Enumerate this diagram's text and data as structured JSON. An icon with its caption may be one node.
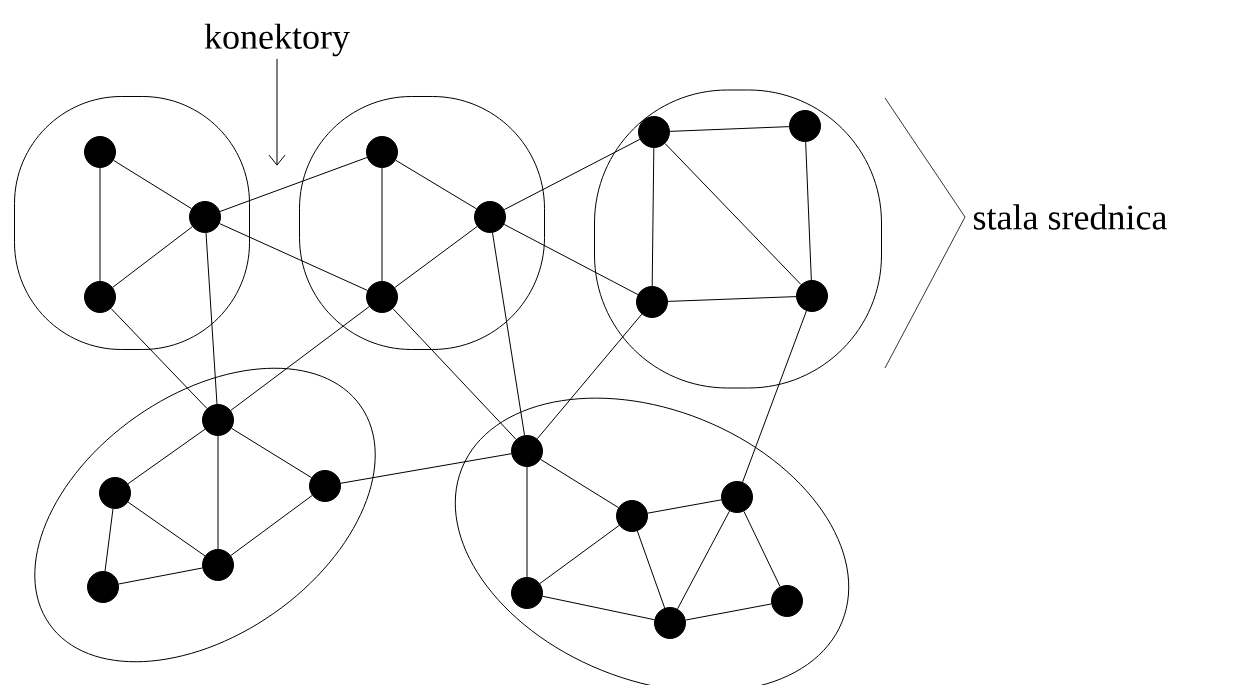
{
  "diagram": {
    "nodes": [
      {
        "text": [
          "konektory"
        ]
      },
      {
        "text": [],
        "shape": "blob"
      },
      {
        "text": [],
        "shape": "circle",
        "in": 1
      },
      {
        "text": [],
        "shape": "circle",
        "in": 1
      },
      {
        "text": [],
        "shape": "circle",
        "in": 1
      },
      {
        "text": [],
        "shape": "blob"
      },
      {
        "text": [],
        "shape": "circle",
        "in": 5
      },
      {
        "text": [],
        "shape": "circle",
        "in": 5
      },
      {
        "text": [],
        "shape": "circle",
        "in": 5
      },
      {
        "text": [],
        "shape": "blob"
      },
      {
        "text": [],
        "shape": "circle",
        "in": 9
      },
      {
        "text": [],
        "shape": "circle",
        "in": 9
      },
      {
        "text": [],
        "shape": "circle",
        "in": 9
      },
      {
        "text": [],
        "shape": "circle",
        "in": 9
      },
      {
        "text": [],
        "shape": "blob"
      },
      {
        "text": [],
        "shape": "circle",
        "in": 14
      },
      {
        "text": [],
        "shape": "circle",
        "in": 14
      },
      {
        "text": [],
        "shape": "circle",
        "in": 14
      },
      {
        "text": [],
        "shape": "circle",
        "in": 14
      },
      {
        "text": [],
        "shape": "circle",
        "in": 14
      },
      {
        "text": [],
        "shape": "blob"
      },
      {
        "text": [],
        "shape": "circle",
        "in": 20
      },
      {
        "text": [],
        "shape": "circle",
        "in": 20
      },
      {
        "text": [],
        "shape": "circle",
        "in": 20
      },
      {
        "text": [],
        "shape": "circle",
        "in": 20
      },
      {
        "text": [],
        "shape": "circle",
        "in": 20
      },
      {
        "text": [],
        "shape": "circle",
        "in": 20
      }
    ],
    "edges": [
      {
        "from": 0,
        "to": null,
        "arrow": "to"
      },
      {
        "from": 2,
        "to": 4,
        "arrow": "none"
      },
      {
        "from": 2,
        "to": 3,
        "arrow": "none"
      },
      {
        "from": 3,
        "to": 4,
        "arrow": "none"
      },
      {
        "from": 3,
        "to": 6,
        "arrow": "none"
      },
      {
        "from": 3,
        "to": 8,
        "arrow": "none"
      },
      {
        "from": 3,
        "to": 15,
        "arrow": "none"
      },
      {
        "from": 4,
        "to": 15,
        "arrow": "none"
      },
      {
        "from": 6,
        "to": 7,
        "arrow": "none"
      },
      {
        "from": 6,
        "to": 8,
        "arrow": "none"
      },
      {
        "from": 7,
        "to": 8,
        "arrow": "none"
      },
      {
        "from": 7,
        "to": 10,
        "arrow": "none"
      },
      {
        "from": 7,
        "to": 12,
        "arrow": "none"
      },
      {
        "from": 7,
        "to": 21,
        "arrow": "none"
      },
      {
        "from": 8,
        "to": 15,
        "arrow": "none"
      },
      {
        "from": 8,
        "to": 21,
        "arrow": "none"
      },
      {
        "from": 10,
        "to": 11,
        "arrow": "none"
      },
      {
        "from": 10,
        "to": 12,
        "arrow": "none"
      },
      {
        "from": 10,
        "to": 13,
        "arrow": "none"
      },
      {
        "from": 11,
        "to": 13,
        "arrow": "none"
      },
      {
        "from": 12,
        "to": 13,
        "arrow": "none"
      },
      {
        "from": 12,
        "to": 21,
        "arrow": "none"
      },
      {
        "from": 13,
        "to": 23,
        "arrow": "none"
      },
      {
        "from": 15,
        "to": 16,
        "arrow": "none"
      },
      {
        "from": 15,
        "to": 17,
        "arrow": "none"
      },
      {
        "from": 15,
        "to": 18,
        "arrow": "none"
      },
      {
        "from": 16,
        "to": 18,
        "arrow": "none"
      },
      {
        "from": 16,
        "to": 19,
        "arrow": "none"
      },
      {
        "from": 19,
        "to": 18,
        "arrow": "none"
      },
      {
        "from": 17,
        "to": 18,
        "arrow": "none"
      },
      {
        "from": 17,
        "to": 21,
        "arrow": "none"
      },
      {
        "from": 21,
        "to": 22,
        "arrow": "none"
      },
      {
        "from": 21,
        "to": 24,
        "arrow": "none"
      },
      {
        "from": 22,
        "to": 24,
        "arrow": "none"
      },
      {
        "from": 22,
        "to": 23,
        "arrow": "none"
      },
      {
        "from": 22,
        "to": 25,
        "arrow": "none"
      },
      {
        "from": 23,
        "to": 25,
        "arrow": "none"
      },
      {
        "from": 23,
        "to": 26,
        "arrow": "none"
      },
      {
        "from": 24,
        "to": 25,
        "arrow": "none"
      },
      {
        "from": 25,
        "to": 26,
        "arrow": "none"
      }
    ],
    "labels": [
      "stala srednica"
    ]
  }
}
